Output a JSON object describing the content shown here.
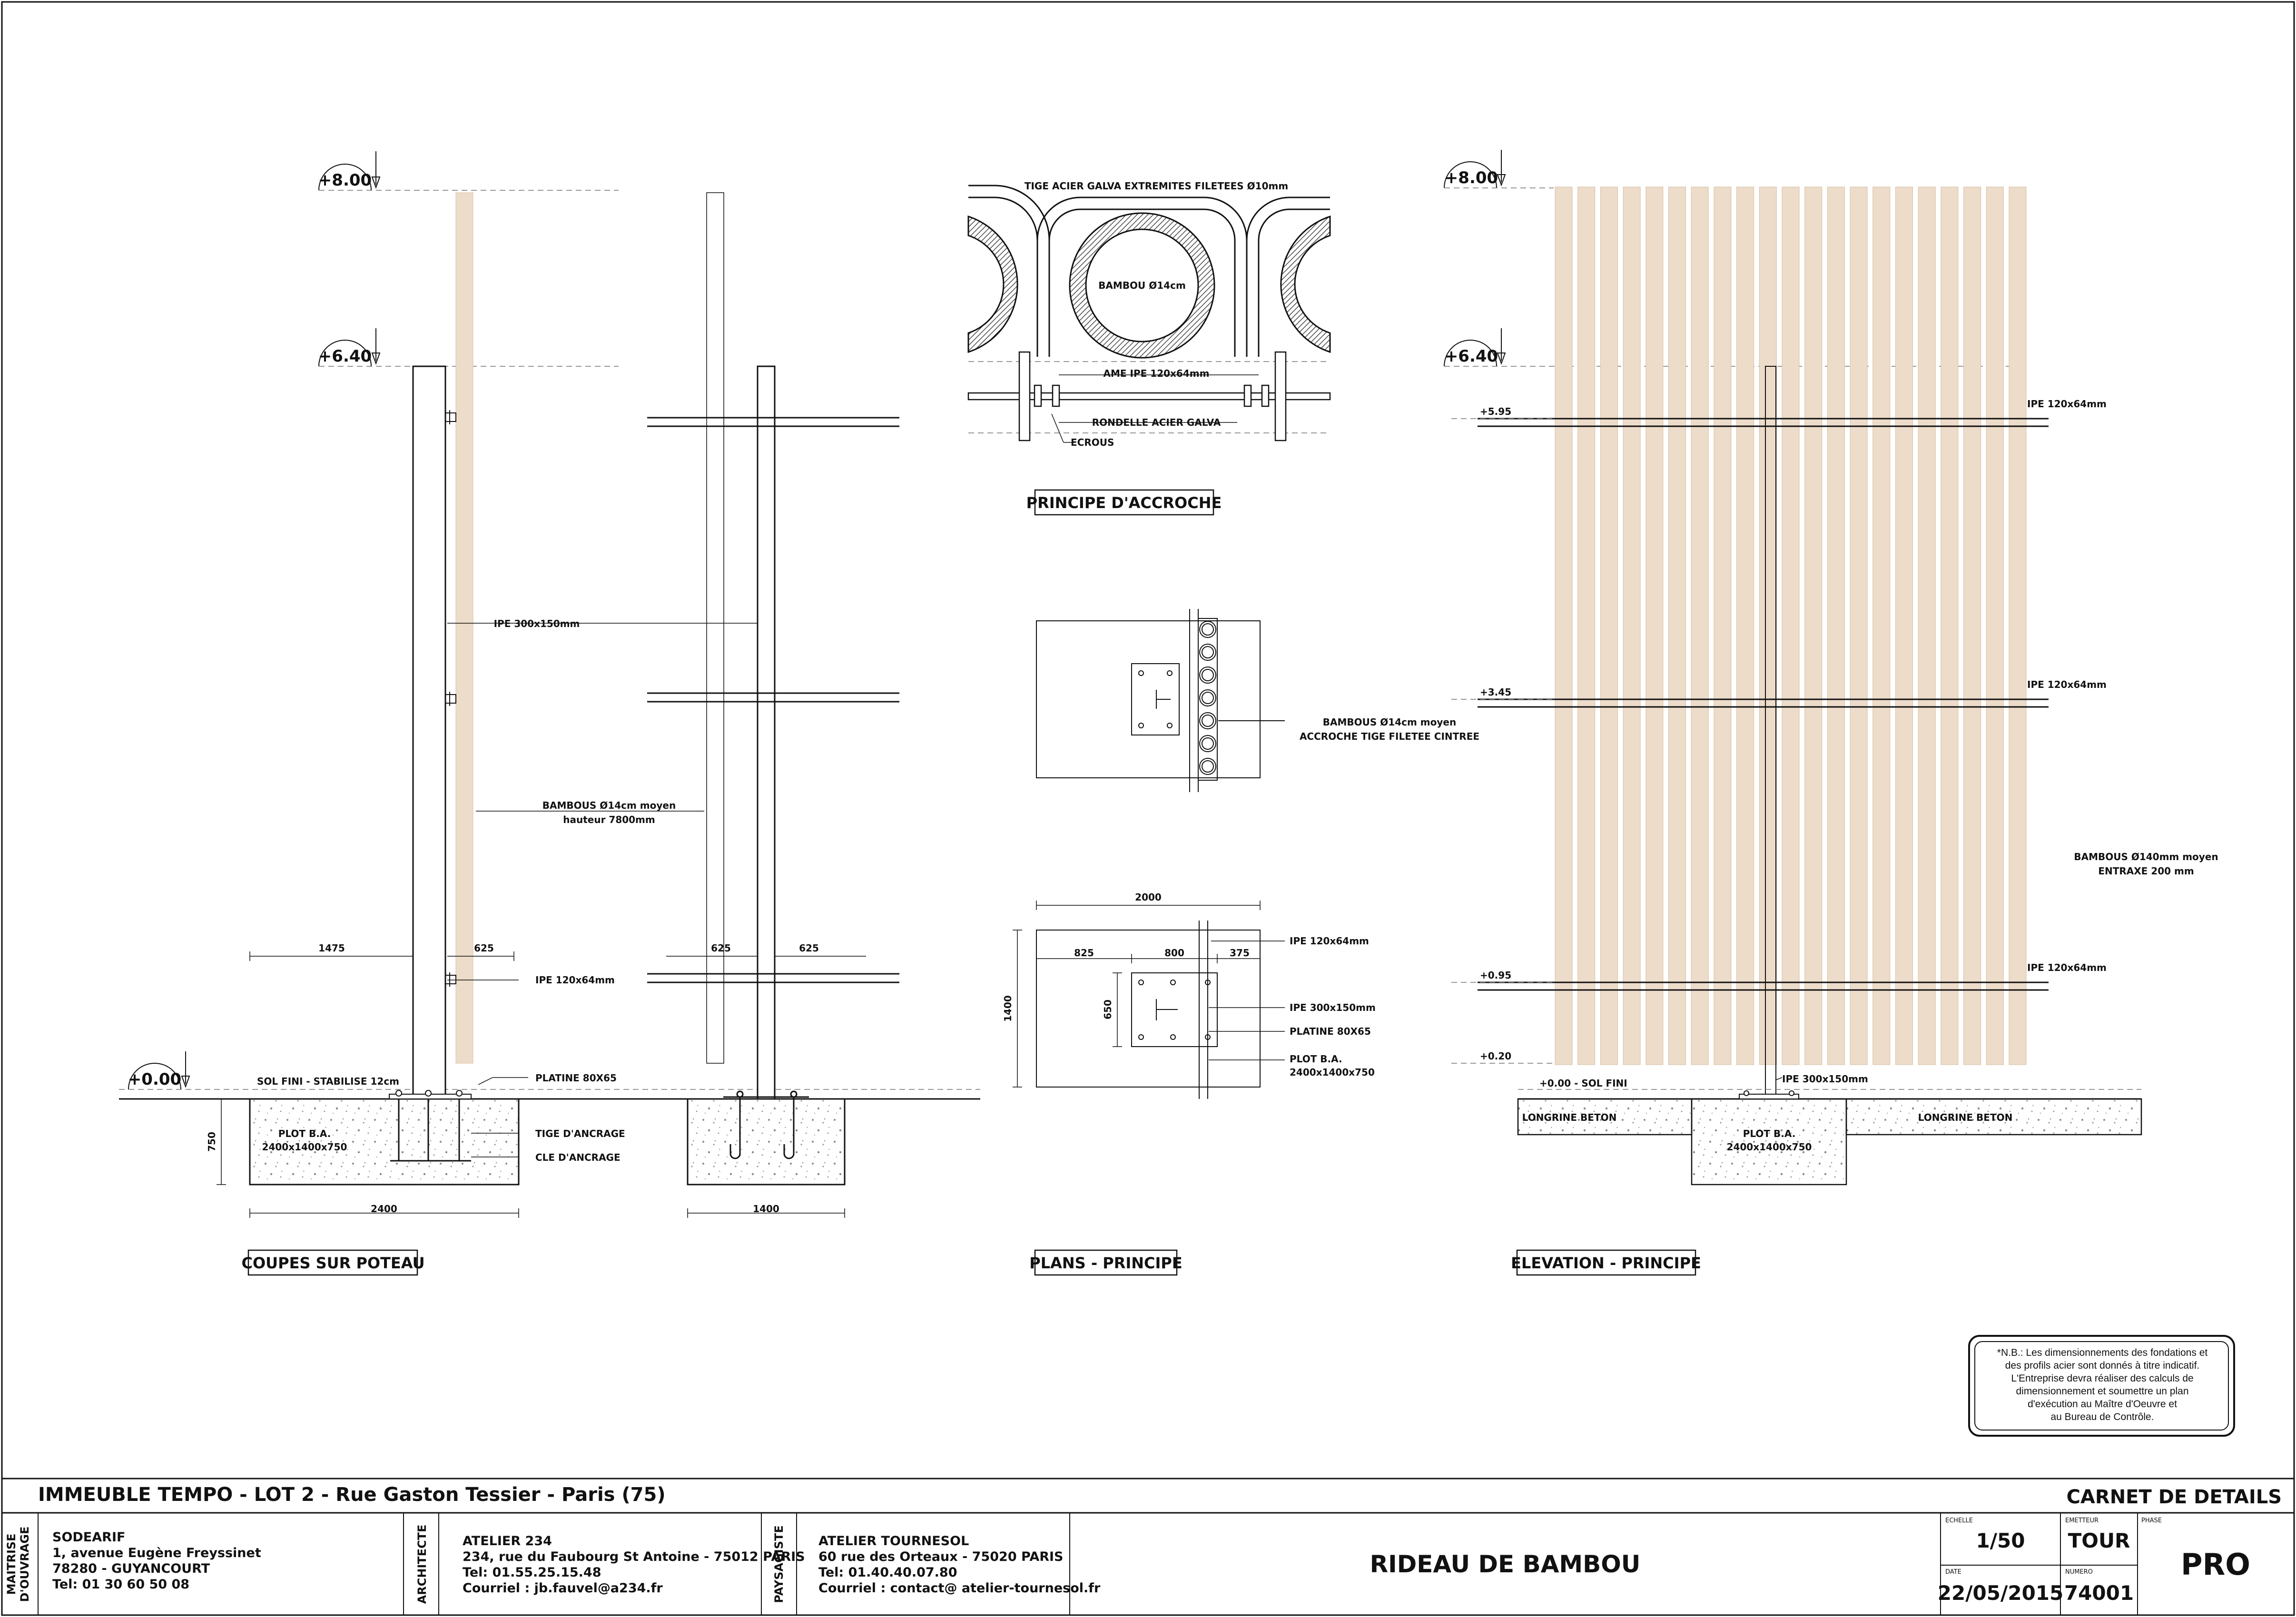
{
  "drawing": {
    "levels": {
      "top": "+8.00",
      "mid": "+6.40",
      "ground": "+0.00"
    },
    "section": {
      "ipe_large": "IPE 300x150mm",
      "bamboo_l1": "BAMBOUS Ø14cm moyen",
      "bamboo_l2": "hauteur 7800mm",
      "dim_1475": "1475",
      "dim_625": "625",
      "ipe_small": "IPE 120x64mm",
      "sol": "SOL FINI - STABILISE 12cm",
      "platine": "PLATINE 80X65",
      "plot_l1": "PLOT B.A.",
      "plot_l2": "2400x1400x750",
      "dim_750": "750",
      "tige": "TIGE D'ANCRAGE",
      "cle": "CLE D'ANCRAGE",
      "dim_2400": "2400",
      "dim_1400": "1400",
      "title": "COUPES SUR POTEAU"
    },
    "accroche": {
      "tige": "TIGE ACIER GALVA EXTREMITES FILETEES Ø10mm",
      "bambou": "BAMBOU Ø14cm",
      "ame": "AME IPE 120x64mm",
      "rondelle": "RONDELLE ACIER GALVA",
      "ecrous": "ECROUS",
      "title": "PRINCIPE D'ACCROCHE"
    },
    "plan": {
      "bamboos_l1": "BAMBOUS Ø14cm moyen",
      "bamboos_l2": "ACCROCHE TIGE FILETEE CINTREE",
      "dim_2000": "2000",
      "dim_825": "825",
      "dim_800": "800",
      "dim_375": "375",
      "dim_1400": "1400",
      "dim_650": "650",
      "ipe_small": "IPE 120x64mm",
      "ipe_large": "IPE 300x150mm",
      "platine": "PLATINE 80X65",
      "plot_l1": "PLOT B.A.",
      "plot_l2": "2400x1400x750",
      "title": "PLANS - PRINCIPE"
    },
    "elevation": {
      "lv595": "+5.95",
      "lv345": "+3.45",
      "lv095": "+0.95",
      "lv020": "+0.20",
      "ipe_small": "IPE 120x64mm",
      "bamboos_l1": "BAMBOUS Ø140mm moyen",
      "bamboos_l2": "ENTRAXE 200 mm",
      "sol": "+0.00 - SOL FINI",
      "ipe_large": "IPE 300x150mm",
      "longrine": "LONGRINE BETON",
      "plot_l1": "PLOT B.A.",
      "plot_l2": "2400x1400x750",
      "title": "ELEVATION - PRINCIPE"
    },
    "note": [
      "*N.B.: Les dimensionnements des fondations et",
      "des profils acier sont donnés à titre indicatif.",
      "L'Entreprise devra réaliser des calculs de",
      "dimensionnement et soumettre un plan",
      "d'exécution au Maître d'Oeuvre et",
      "au Bureau de Contrôle."
    ],
    "colors": {
      "bamboo": "#ecdcc9",
      "line": "#111111"
    }
  },
  "titleblock": {
    "project": "IMMEUBLE TEMPO - LOT 2 - Rue Gaston Tessier - Paris (75)",
    "doc_type": "CARNET DE DETAILS",
    "mo_label_1": "MAITRISE",
    "mo_label_2": "D'OUVRAGE",
    "mo_lines": [
      "SODEARIF",
      "1, avenue Eugène Freyssinet",
      "78280 - GUYANCOURT",
      "Tel: 01 30 60 50 08"
    ],
    "arch_label": "ARCHITECTE",
    "arch_lines": [
      "ATELIER 234",
      "234, rue du Faubourg St Antoine - 75012 PARIS",
      "Tel: 01.55.25.15.48",
      "Courriel : jb.fauvel@a234.fr"
    ],
    "pays_label": "PAYSAGISTE",
    "pays_lines": [
      "ATELIER TOURNESOL",
      "60 rue des Orteaux - 75020 PARIS",
      "Tel: 01.40.40.07.80",
      "Courriel : contact@ atelier-tournesol.fr"
    ],
    "sheet_title": "RIDEAU DE BAMBOU",
    "echelle_label": "ECHELLE",
    "echelle": "1/50",
    "emetteur_label": "EMETTEUR",
    "emetteur": "TOUR",
    "phase_label": "PHASE",
    "phase": "PRO",
    "date_label": "DATE",
    "date": "22/05/2015",
    "numero_label": "NUMERO",
    "numero": "74001"
  }
}
